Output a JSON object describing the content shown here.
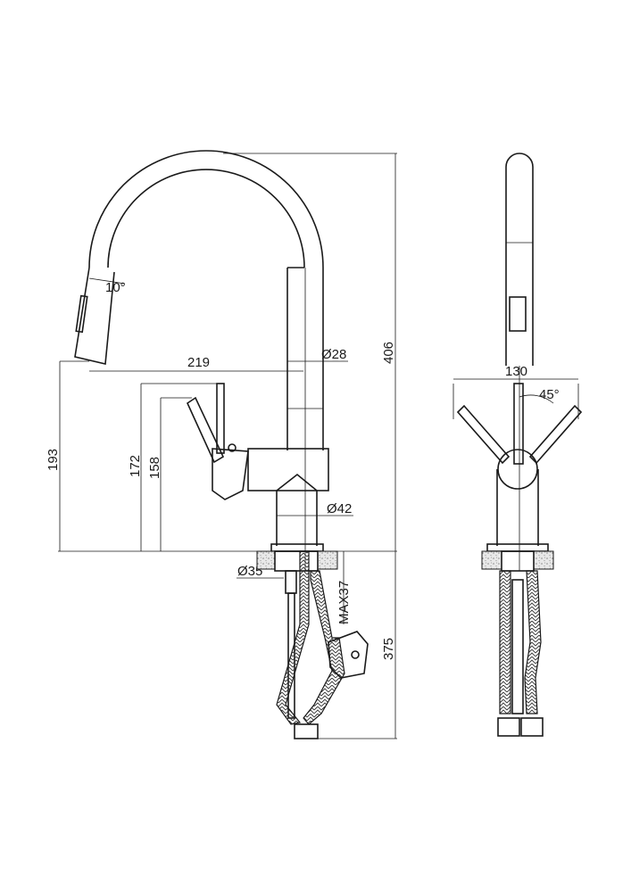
{
  "drawing": {
    "side_view": {
      "angle_nozzle": "10°",
      "reach": "219",
      "spout_diameter": "Ø28",
      "total_height": "406",
      "spout_height": "193",
      "lever_height_1": "172",
      "lever_height_2": "158",
      "body_diameter": "Ø42",
      "hole_diameter": "Ø35",
      "max_counter_thickness": "MAX37",
      "hose_length": "375"
    },
    "front_view": {
      "lever_span": "130",
      "lever_angle": "45°"
    }
  }
}
